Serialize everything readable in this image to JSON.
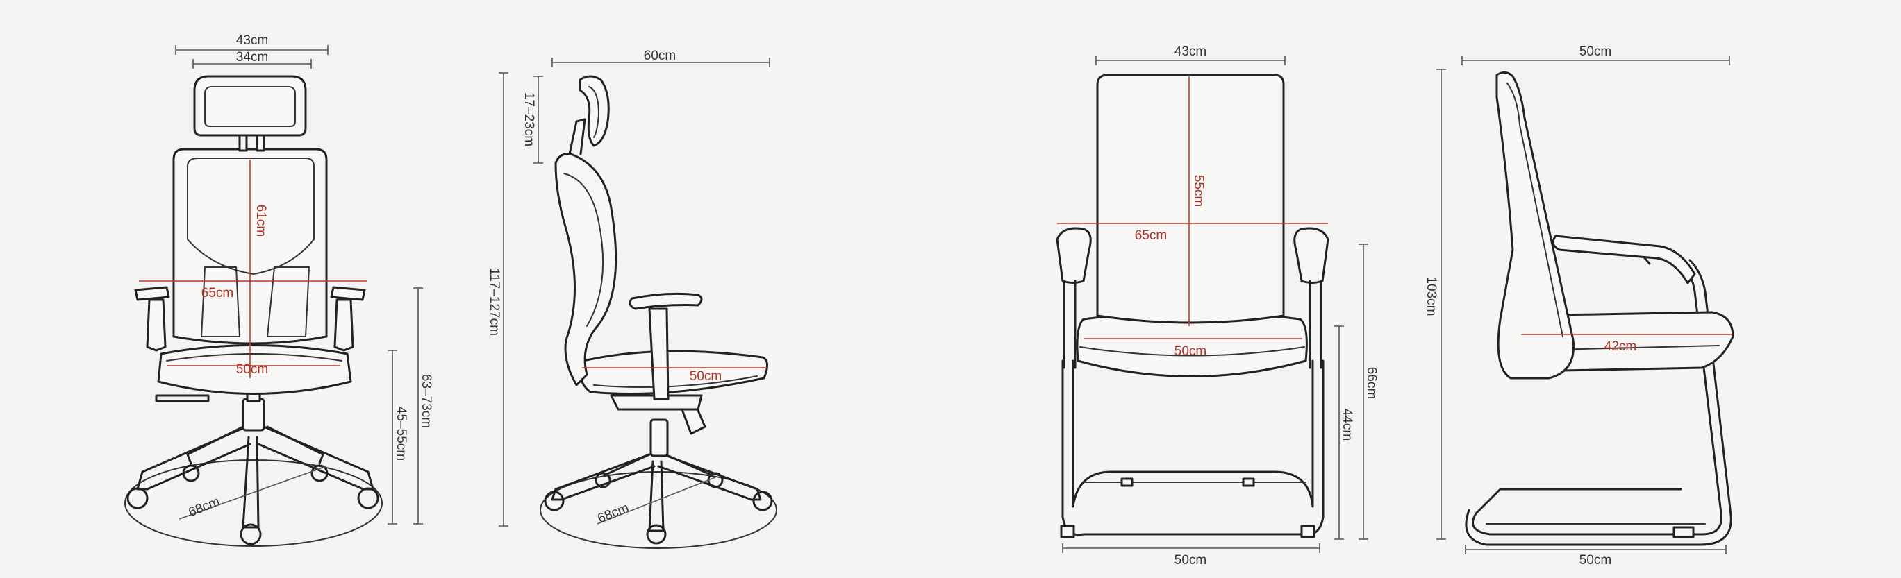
{
  "colors": {
    "background": "#f4f4f3",
    "line": "#222222",
    "dimension": "#555555",
    "highlight": "#c0392b"
  },
  "views": [
    {
      "id": "office-front",
      "labels": {
        "width_outer": "43cm",
        "width_inner": "34cm",
        "back_height": "61cm",
        "arm_span": "65cm",
        "seat_width": "50cm",
        "arm_height": "63–73cm",
        "seat_height": "45–55cm",
        "base": "68cm"
      }
    },
    {
      "id": "office-side",
      "labels": {
        "depth": "60cm",
        "headrest": "17–23cm",
        "total_height": "117–127cm",
        "seat_depth": "50cm",
        "base": "68cm"
      }
    },
    {
      "id": "guest-front",
      "labels": {
        "back_width": "43cm",
        "back_height": "55cm",
        "arm_span": "65cm",
        "seat_width": "50cm",
        "arm_height": "66cm",
        "seat_height": "44cm",
        "base_width": "50cm"
      }
    },
    {
      "id": "guest-side",
      "labels": {
        "depth": "50cm",
        "total_height": "103cm",
        "seat_depth": "42cm",
        "base_depth": "50cm"
      }
    }
  ]
}
